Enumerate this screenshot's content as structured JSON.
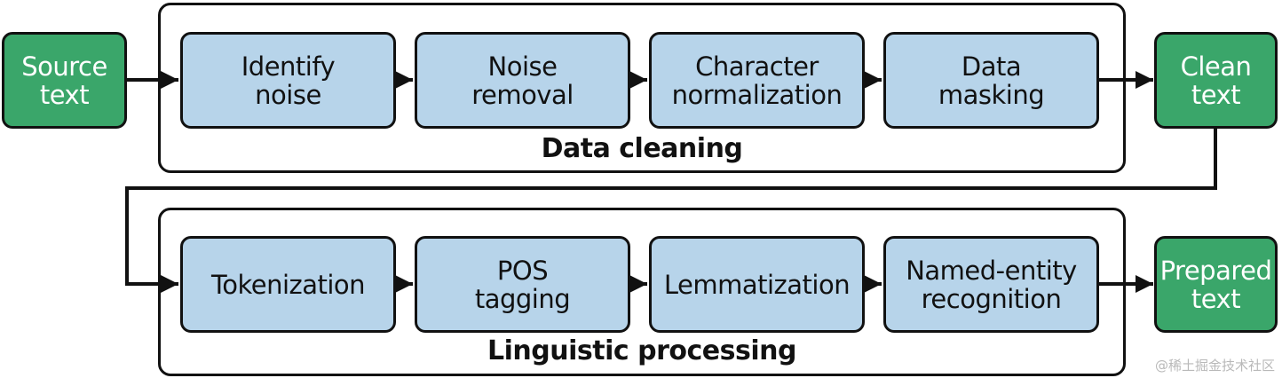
{
  "colors": {
    "io_node_fill": "#3aa66a",
    "step_node_fill": "#b7d4ea",
    "stroke": "#111111"
  },
  "io_nodes": {
    "source": "Source\ntext",
    "clean": "Clean\ntext",
    "prepared": "Prepared\ntext"
  },
  "data_cleaning": {
    "label": "Data cleaning",
    "steps": [
      "Identify\nnoise",
      "Noise\nremoval",
      "Character\nnormalization",
      "Data\nmasking"
    ]
  },
  "linguistic_processing": {
    "label": "Linguistic processing",
    "steps": [
      "Tokenization",
      "POS\ntagging",
      "Lemmatization",
      "Named-entity\nrecognition"
    ]
  },
  "watermark": "@稀土掘金技术社区"
}
